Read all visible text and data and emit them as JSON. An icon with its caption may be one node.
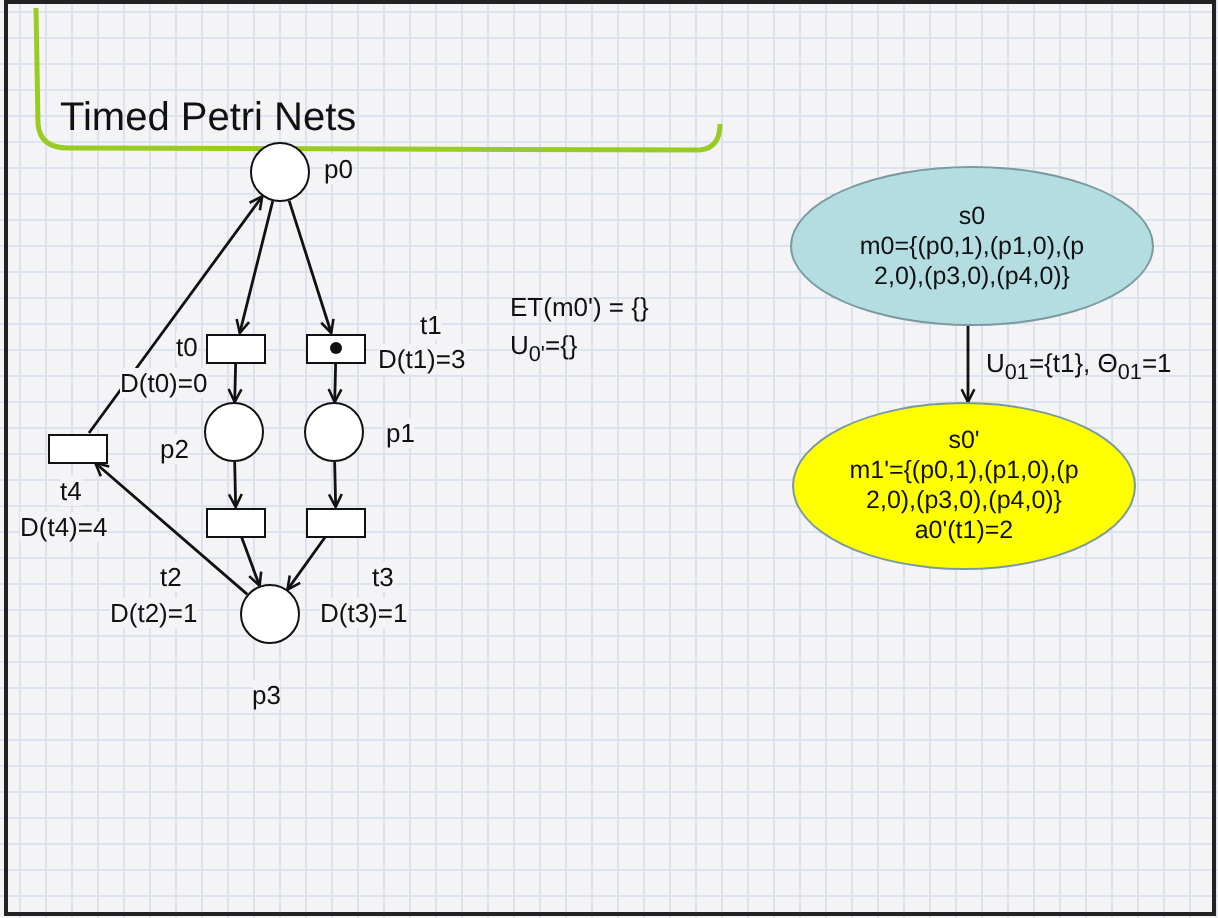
{
  "diagram": {
    "title": "Timed Petri Nets",
    "nodes": [
      {
        "text": [],
        "shape": "circle",
        "beside": [
          "p0"
        ]
      },
      {
        "text": [],
        "shape": "box",
        "beside": [
          "t0",
          "D(t0)=0"
        ]
      },
      {
        "text": [],
        "shape": "box",
        "beside": [
          "t1",
          "D(t1)=3"
        ]
      },
      {
        "text": [],
        "shape": "circle",
        "beside": [
          "p2"
        ]
      },
      {
        "text": [],
        "shape": "circle",
        "beside": [
          "p1"
        ]
      },
      {
        "text": [],
        "shape": "box",
        "beside": [
          "t4",
          "D(t4)=4"
        ]
      },
      {
        "text": [],
        "shape": "box",
        "beside": [
          "t2",
          "D(t2)=1"
        ]
      },
      {
        "text": [],
        "shape": "box",
        "beside": [
          "t3",
          "D(t3)=1"
        ]
      },
      {
        "text": [],
        "shape": "circle",
        "beside": [
          "p3"
        ]
      },
      {
        "text": [
          "s0",
          "m0={(p0,1),(p1,0),(p 2,0),(p3,0),(p4,0)}"
        ]
      },
      {
        "text": [
          "s0'",
          "m1'={(p0,1),(p1,0),(p 2,0),(p3,0),(p4,0)}",
          "a0'(t1)=2"
        ]
      }
    ],
    "edges": [
      {
        "from": 0,
        "to": 1,
        "arrow": "to"
      },
      {
        "from": 0,
        "to": 2,
        "arrow": "to"
      },
      {
        "from": 1,
        "to": 3,
        "arrow": "to"
      },
      {
        "from": 2,
        "to": 4,
        "arrow": "to"
      },
      {
        "from": 3,
        "to": 6,
        "arrow": "to"
      },
      {
        "from": 4,
        "to": 7,
        "arrow": "to"
      },
      {
        "from": 6,
        "to": 8,
        "arrow": "to"
      },
      {
        "from": 7,
        "to": 8,
        "arrow": "to"
      },
      {
        "from": 8,
        "to": 5,
        "arrow": "to"
      },
      {
        "from": 5,
        "to": 0,
        "arrow": "to"
      },
      {
        "from": 9,
        "to": 10,
        "arrow": "to",
        "label": "U$_{01}$={t1}, Θ$_{01}$=1"
      }
    ],
    "labels": [
      "ET(m0') = {}",
      "U$_{0'}$={}"
    ]
  }
}
